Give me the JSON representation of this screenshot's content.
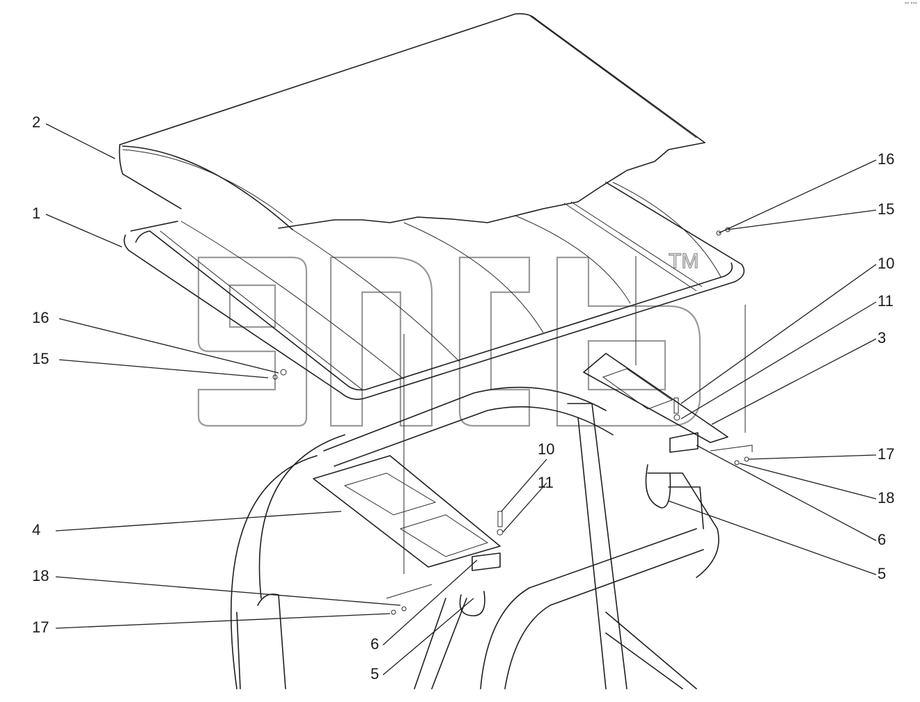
{
  "watermark": {
    "text": "TM"
  },
  "corner_tag": "°° °°°",
  "callouts": [
    {
      "id": "c2",
      "label": "2"
    },
    {
      "id": "c1",
      "label": "1"
    },
    {
      "id": "c16a",
      "label": "16"
    },
    {
      "id": "c15a",
      "label": "15"
    },
    {
      "id": "c16b",
      "label": "16"
    },
    {
      "id": "c15b",
      "label": "15"
    },
    {
      "id": "c10a",
      "label": "10"
    },
    {
      "id": "c11a",
      "label": "11"
    },
    {
      "id": "c3",
      "label": "3"
    },
    {
      "id": "c17a",
      "label": "17"
    },
    {
      "id": "c18a",
      "label": "18"
    },
    {
      "id": "c6a",
      "label": "6"
    },
    {
      "id": "c5a",
      "label": "5"
    },
    {
      "id": "c10b",
      "label": "10"
    },
    {
      "id": "c11b",
      "label": "11"
    },
    {
      "id": "c4",
      "label": "4"
    },
    {
      "id": "c18b",
      "label": "18"
    },
    {
      "id": "c17b",
      "label": "17"
    },
    {
      "id": "c6b",
      "label": "6"
    },
    {
      "id": "c5b",
      "label": "5"
    }
  ]
}
